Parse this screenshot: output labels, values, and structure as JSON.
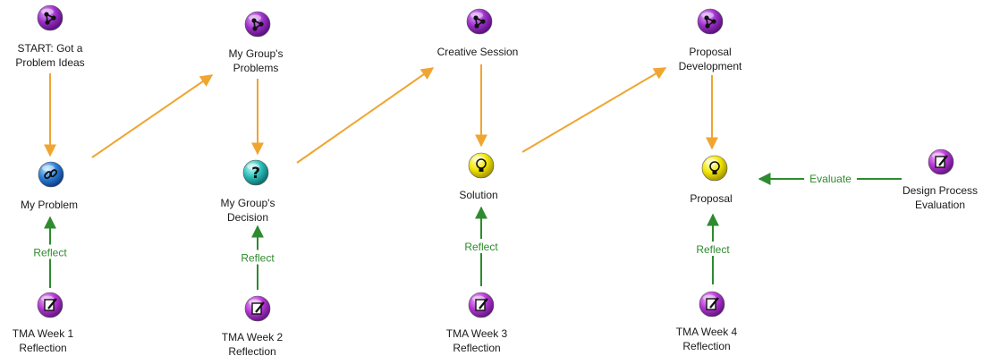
{
  "colors": {
    "flow_arrow": "#f0a531",
    "reflect_arrow": "#2e8b2e",
    "map_icon": "#9b2fc9",
    "problem_icon": "#2a7fd6",
    "question_icon": "#2bbcb8",
    "idea_icon": "#f2e600",
    "reflection_icon": "#a72fc4",
    "label_text": "#1a1a1a",
    "link_text": "#2e8b2e"
  },
  "nodes": [
    {
      "id": "start",
      "icon": "map-icon",
      "lines": [
        "START: Got a",
        "Problem Ideas"
      ]
    },
    {
      "id": "group-problems",
      "icon": "map-icon",
      "lines": [
        "My Group's",
        "Problems"
      ]
    },
    {
      "id": "creative",
      "icon": "map-icon",
      "lines": [
        "Creative Session"
      ]
    },
    {
      "id": "proposal-dev",
      "icon": "map-icon",
      "lines": [
        "Proposal",
        "Development"
      ]
    },
    {
      "id": "my-problem",
      "icon": "problem-link-icon",
      "lines": [
        "My Problem"
      ]
    },
    {
      "id": "group-decision",
      "icon": "question-icon",
      "lines": [
        "My Group's",
        "Decision"
      ]
    },
    {
      "id": "solution",
      "icon": "lightbulb-icon",
      "lines": [
        "Solution"
      ]
    },
    {
      "id": "proposal",
      "icon": "lightbulb-icon",
      "lines": [
        "Proposal"
      ]
    },
    {
      "id": "design-eval",
      "icon": "reflection-icon",
      "lines": [
        "Design Process",
        "Evaluation"
      ]
    },
    {
      "id": "tma1",
      "icon": "reflection-icon",
      "lines": [
        "TMA Week 1",
        "Reflection"
      ]
    },
    {
      "id": "tma2",
      "icon": "reflection-icon",
      "lines": [
        "TMA Week 2",
        "Reflection"
      ]
    },
    {
      "id": "tma3",
      "icon": "reflection-icon",
      "lines": [
        "TMA Week 3",
        "Reflection"
      ]
    },
    {
      "id": "tma4",
      "icon": "reflection-icon",
      "lines": [
        "TMA Week 4",
        "Reflection"
      ]
    }
  ],
  "links": [
    {
      "from": "start",
      "to": "my-problem",
      "kind": "flow",
      "label": ""
    },
    {
      "from": "my-problem",
      "to": "group-problems",
      "kind": "flow",
      "label": ""
    },
    {
      "from": "group-problems",
      "to": "group-decision",
      "kind": "flow",
      "label": ""
    },
    {
      "from": "group-decision",
      "to": "creative",
      "kind": "flow",
      "label": ""
    },
    {
      "from": "creative",
      "to": "solution",
      "kind": "flow",
      "label": ""
    },
    {
      "from": "solution",
      "to": "proposal-dev",
      "kind": "flow",
      "label": ""
    },
    {
      "from": "proposal-dev",
      "to": "proposal",
      "kind": "flow",
      "label": ""
    },
    {
      "from": "tma1",
      "to": "my-problem",
      "kind": "reflect",
      "label": "Reflect"
    },
    {
      "from": "tma2",
      "to": "group-decision",
      "kind": "reflect",
      "label": "Reflect"
    },
    {
      "from": "tma3",
      "to": "solution",
      "kind": "reflect",
      "label": "Reflect"
    },
    {
      "from": "tma4",
      "to": "proposal",
      "kind": "reflect",
      "label": "Reflect"
    },
    {
      "from": "design-eval",
      "to": "proposal",
      "kind": "reflect",
      "label": "Evaluate"
    }
  ]
}
